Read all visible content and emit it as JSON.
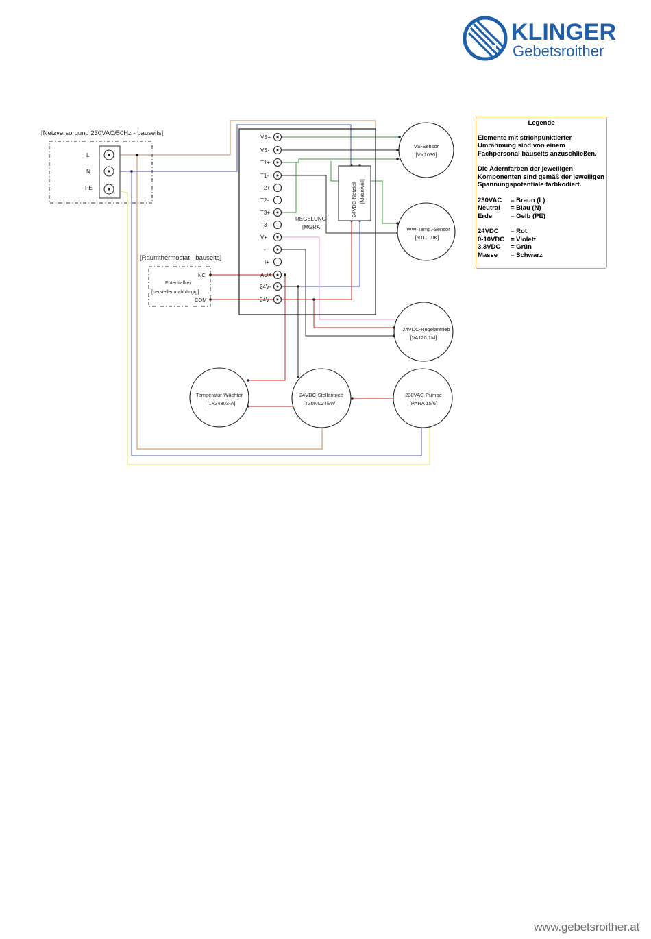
{
  "logo": {
    "brand": "KLINGER",
    "sub": "Gebetsroither",
    "brand_color": "#1f5ea8"
  },
  "power_supply": {
    "title": "[Netzversorgung 230VAC/50Hz - bauseits]",
    "terminals": [
      "L",
      "N",
      "PE"
    ]
  },
  "room_thermostat": {
    "title": "[Raumthermostat - bauseits]",
    "pin_nc": "NC",
    "pin_com": "COM",
    "line1": "Potentialfrei",
    "line2": "[herstellerunabhängig]"
  },
  "controller": {
    "label": "REGELUNG",
    "model": "[MGRA]",
    "terminals": [
      "VS+",
      "VS-",
      "T1+",
      "T1-",
      "T2+",
      "T2-",
      "T3+",
      "T3-",
      "V+",
      "-",
      "I+",
      "AUX",
      "24V-",
      "24V+"
    ]
  },
  "power_unit": {
    "label": "24VDC-Netzteil",
    "model": "[Meanwell]"
  },
  "components": {
    "vs_sensor": {
      "name": "VS-Sensor",
      "model": "[VY1030]"
    },
    "ww_sensor": {
      "name": "WW-Temp.-Sensor",
      "model": "[NTC 10K]"
    },
    "regel_antrieb": {
      "name": "24VDC-Regelantrieb",
      "model": "[VA120.1M]"
    },
    "temp_waechter": {
      "name": "Temperatur-Wächter",
      "model": "[1+24303-A]"
    },
    "stell_antrieb": {
      "name": "24VDC-Stellantrieb",
      "model": "[T30NC24EW]"
    },
    "pumpe": {
      "name": "230VAC-Pumpe",
      "model": "[PARA 15/6]"
    }
  },
  "legend": {
    "title": "Legende",
    "para1": "Elemente mit strichpunktierter Umrahmung sind von einem Fachpersonal bauseits anzuschließen.",
    "para2": "Die Adernfarben der jeweiligen Komponenten sind gemäß der jeweiligen Spannungspotentiale farbkodiert.",
    "rows1": [
      {
        "key": "230VAC",
        "value": "= Braun (L)"
      },
      {
        "key": "Neutral",
        "value": "= Blau (N)"
      },
      {
        "key": "Erde",
        "value": "= Gelb (PE)"
      }
    ],
    "rows2": [
      {
        "key": "24VDC",
        "value": "= Rot"
      },
      {
        "key": "0-10VDC",
        "value": "= Violett"
      },
      {
        "key": "3.3VDC",
        "value": "= Grün"
      },
      {
        "key": "Masse",
        "value": "= Schwarz"
      }
    ]
  },
  "colors": {
    "brown": "#c8875a",
    "blue": "#4a57b8",
    "yellow": "#e8e060",
    "red": "#cc2222",
    "violet": "#e49ae4",
    "green": "#3a9a3a",
    "black": "#333333",
    "legend_border": "#f0a030"
  },
  "footer": {
    "url": "www.gebetsroither.at"
  }
}
